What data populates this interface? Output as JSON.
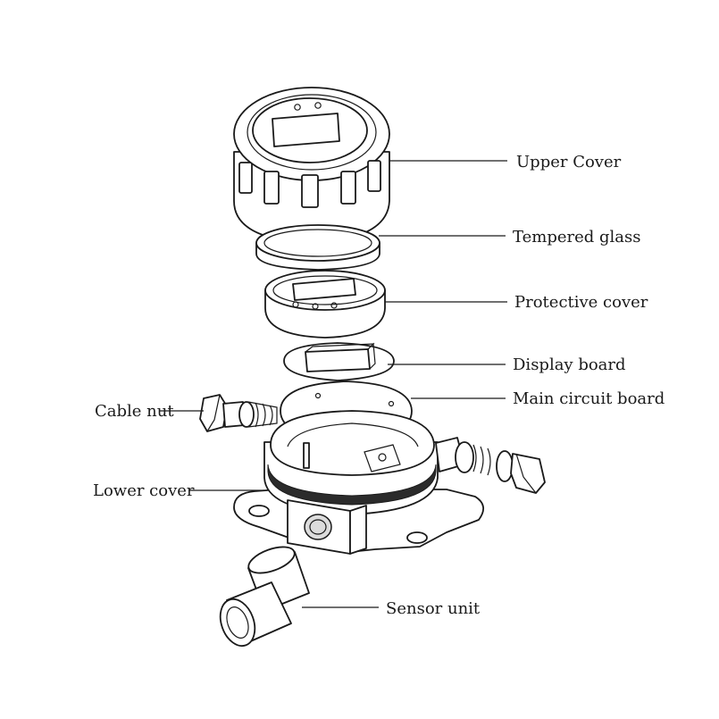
{
  "labels": {
    "upper_cover": "Upper Cover",
    "tempered_glass": "Tempered glass",
    "protective_cover": "Protective cover",
    "display_board": "Display board",
    "main_circuit_board": "Main circuit board",
    "cable_nut": "Cable nut",
    "lower_cover": "Lower cover",
    "sensor_unit": "Sensor unit"
  },
  "colors": {
    "line": "#1a1a1a",
    "background": "#ffffff",
    "seal_ring": "#2b2b2b"
  }
}
